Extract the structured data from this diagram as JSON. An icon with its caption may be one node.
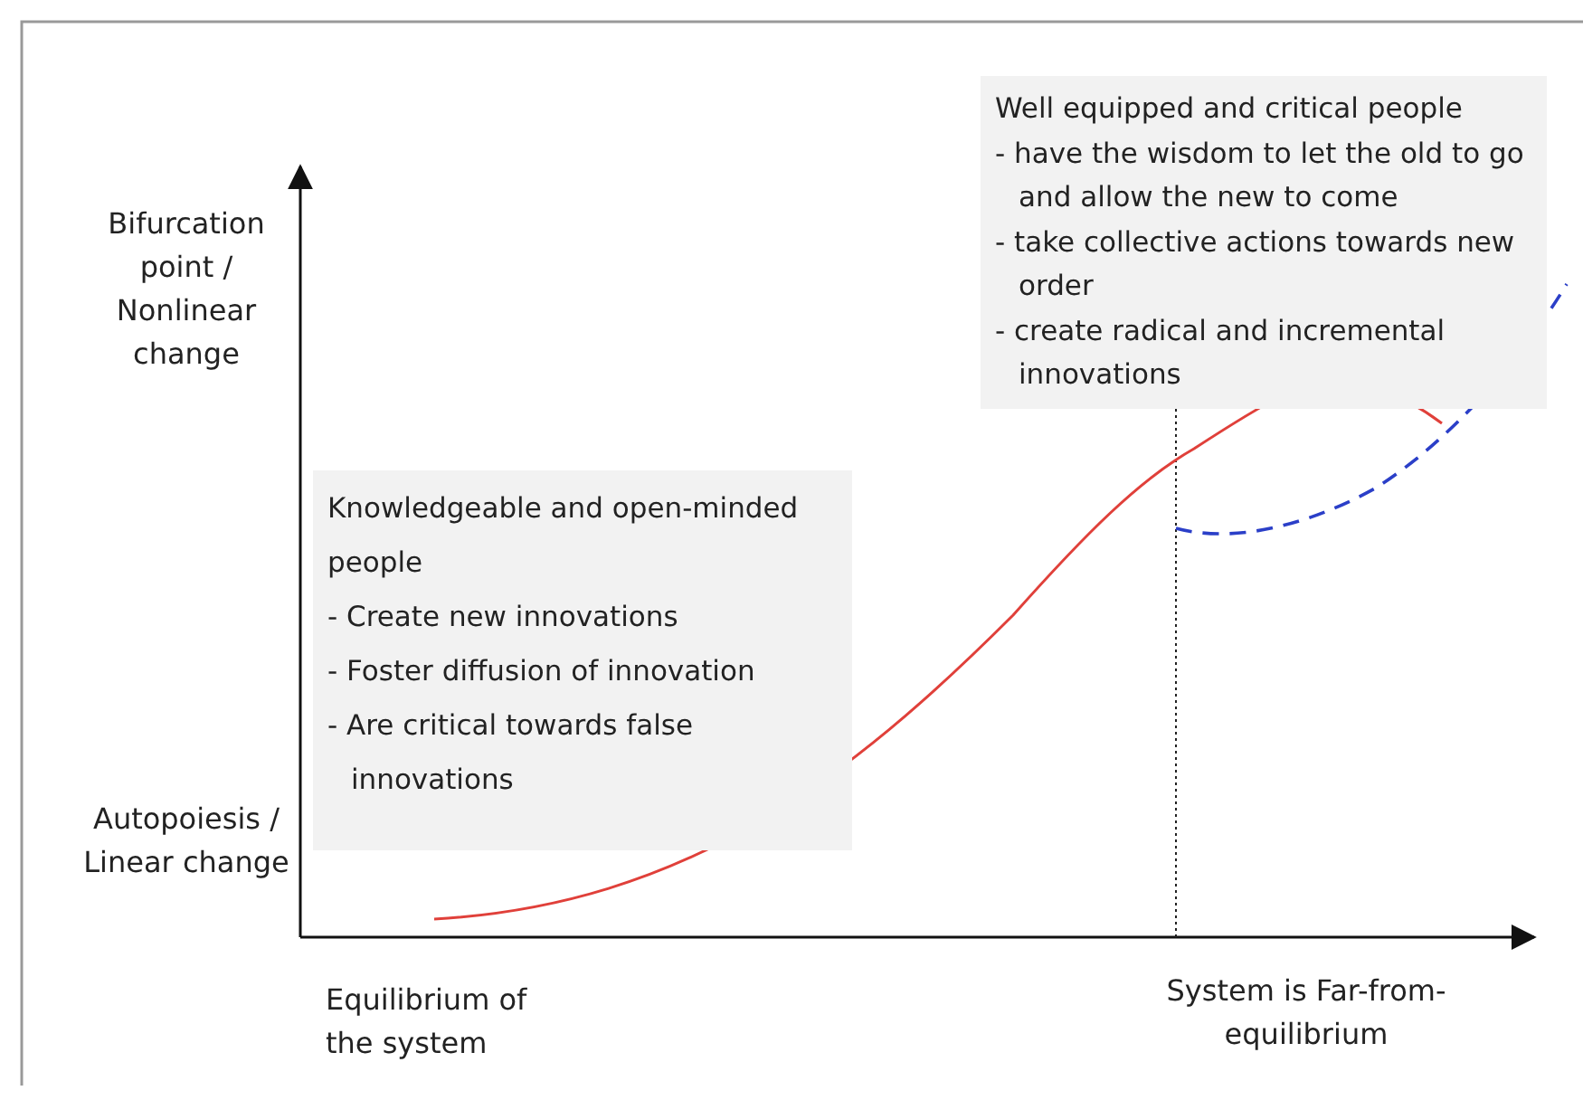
{
  "diagram": {
    "nodes": [
      {
        "text": [
          "Knowledgeable and open-minded people",
          "- Create new innovations",
          "- Foster diffusion of innovation",
          "- Are critical towards false innovations"
        ]
      },
      {
        "text": [
          "Well equipped and critical people",
          "- have the wisdom to let the old to go and allow the new to come",
          "- take collective actions towards new order",
          "- create radical and incremental innovations"
        ]
      }
    ],
    "edges": [],
    "labels": [
      "Bifurcation point / Nonlinear change",
      "Autopoiesis / Linear change",
      "Equilibrium of the system",
      "System is Far-from-equilibrium"
    ]
  }
}
